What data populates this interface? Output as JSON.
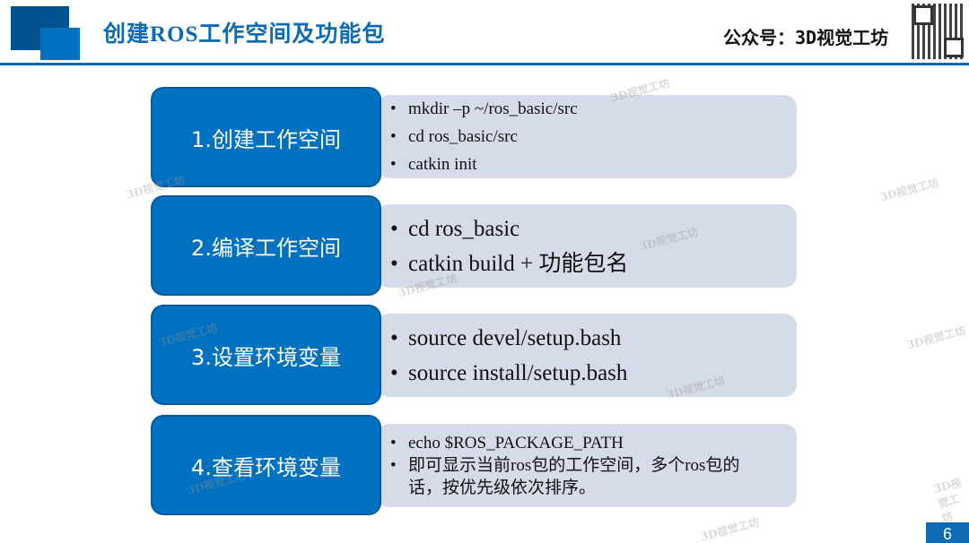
{
  "header": {
    "title": "创建ROS工作空间及功能包",
    "account": "公众号：3D视觉工坊"
  },
  "steps": [
    {
      "label": "1.创建工作空间",
      "items": [
        "mkdir –p ~/ros_basic/src",
        "cd ros_basic/src",
        "catkin init"
      ]
    },
    {
      "label": "2.编译工作空间",
      "items": [
        "cd ros_basic",
        "catkin build + 功能包名"
      ]
    },
    {
      "label": "3.设置环境变量",
      "items": [
        "source devel/setup.bash",
        "source install/setup.bash"
      ]
    },
    {
      "label": "4.查看环境变量",
      "items": [
        "echo $ROS_PACKAGE_PATH",
        "即可显示当前ros包的工作空间，多个ros包的话，按优先级依次排序。"
      ]
    }
  ],
  "page_number": "6",
  "watermark": "3D视觉工坊",
  "colors": {
    "primary": "#0070c0",
    "dark": "#02528f",
    "panel": "#d5dbe9"
  }
}
